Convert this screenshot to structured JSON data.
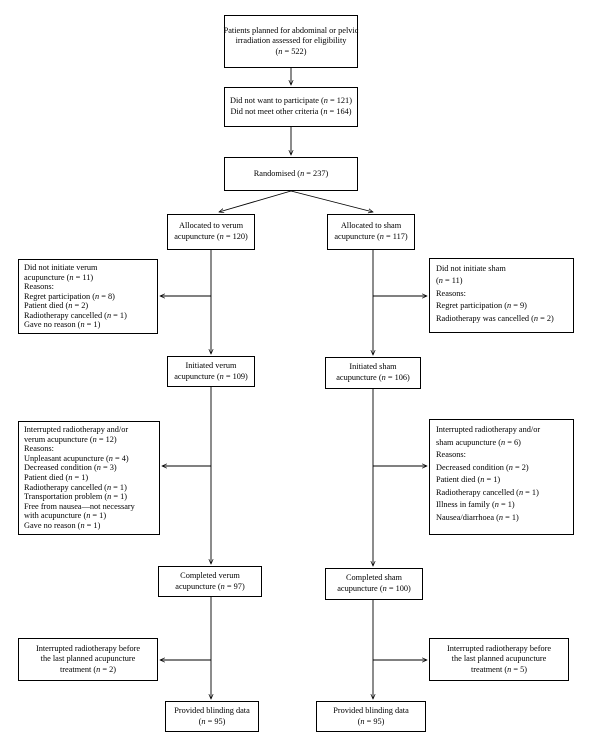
{
  "flow": {
    "assessed": {
      "l1": "Patients planned for abdominal or pelvic",
      "l2": "irradiation assessed for eligibility",
      "l3": "(n = 522)"
    },
    "excluded": {
      "l1": "Did not want to participate (n = 121)",
      "l2": "Did not meet other criteria (n = 164)"
    },
    "randomised": "Randomised (n = 237)",
    "verum": {
      "allocated": {
        "l1": "Allocated to verum",
        "l2": "acupuncture (n = 120)"
      },
      "not_initiated": {
        "lines": [
          "Did not initiate verum",
          "acupuncture (n = 11)",
          "Reasons:",
          "Regret participation (n = 8)",
          "Patient died (n = 2)",
          "Radiotherapy cancelled (n = 1)",
          "Gave no reason (n = 1)"
        ]
      },
      "initiated": {
        "l1": "Initiated verum",
        "l2": "acupuncture (n = 109)"
      },
      "interrupted": {
        "lines": [
          "Interrupted radiotherapy and/or",
          "verum acupuncture (n = 12)",
          "Reasons:",
          "Unpleasant acupuncture (n = 4)",
          "Decreased condition (n = 3)",
          "Patient died (n = 1)",
          "Radiotherapy cancelled (n = 1)",
          "Transportation problem (n = 1)",
          "Free from nausea—not necessary",
          "with acupuncture (n = 1)",
          "Gave no reason (n = 1)"
        ]
      },
      "completed": {
        "l1": "Completed verum",
        "l2": "acupuncture (n = 97)"
      },
      "before_last": {
        "l1": "Interrupted radiotherapy before",
        "l2": "the last planned acupuncture",
        "l3": "treatment (n = 2)"
      },
      "blinding": {
        "l1": "Provided blinding data",
        "l2": "(n = 95)"
      }
    },
    "sham": {
      "allocated": {
        "l1": "Allocated to sham",
        "l2": "acupuncture (n = 117)"
      },
      "not_initiated": {
        "lines": [
          "Did not initiate sham",
          "(n = 11)",
          "Reasons:",
          "Regret participation (n = 9)",
          "Radiotherapy was cancelled (n = 2)"
        ]
      },
      "initiated": {
        "l1": "Initiated sham",
        "l2": "acupuncture (n = 106)"
      },
      "interrupted": {
        "lines": [
          "Interrupted radiotherapy and/or",
          "sham acupuncture (n = 6)",
          "Reasons:",
          "Decreased condition (n = 2)",
          "Patient died (n = 1)",
          "Radiotherapy cancelled (n = 1)",
          "Illness in family (n = 1)",
          "Nausea/diarrhoea (n = 1)"
        ]
      },
      "completed": {
        "l1": "Completed sham",
        "l2": "acupuncture (n = 100)"
      },
      "before_last": {
        "l1": "Interrupted radiotherapy before",
        "l2": "the last planned acupuncture",
        "l3": "treatment (n = 5)"
      },
      "blinding": {
        "l1": "Provided blinding data",
        "l2": "(n = 95)"
      }
    }
  }
}
